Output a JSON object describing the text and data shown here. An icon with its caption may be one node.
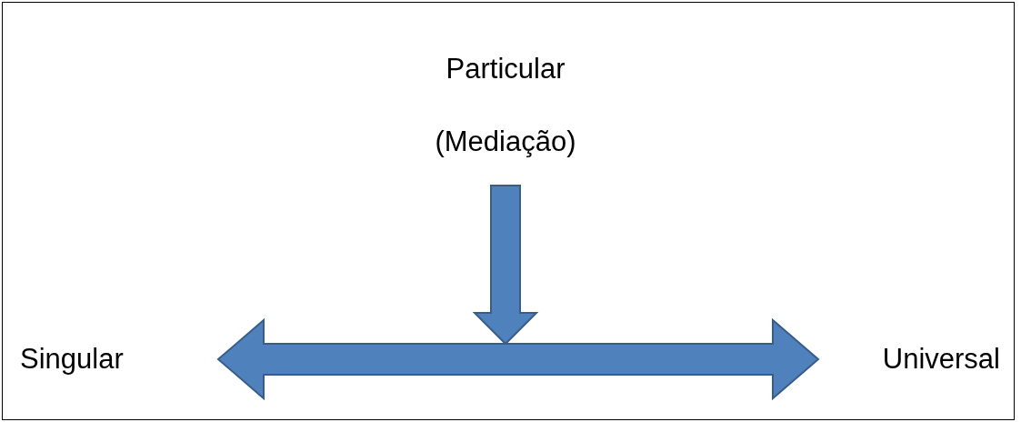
{
  "diagram": {
    "nodes": [
      {
        "text": [
          "Particular",
          "(Mediação)"
        ]
      },
      {
        "text": [
          "Singular"
        ]
      },
      {
        "text": [
          "Universal"
        ]
      }
    ],
    "edges": [
      {
        "from": 0,
        "to": null,
        "arrow": "to"
      },
      {
        "from": 1,
        "to": 2,
        "arrow": "both"
      }
    ]
  }
}
